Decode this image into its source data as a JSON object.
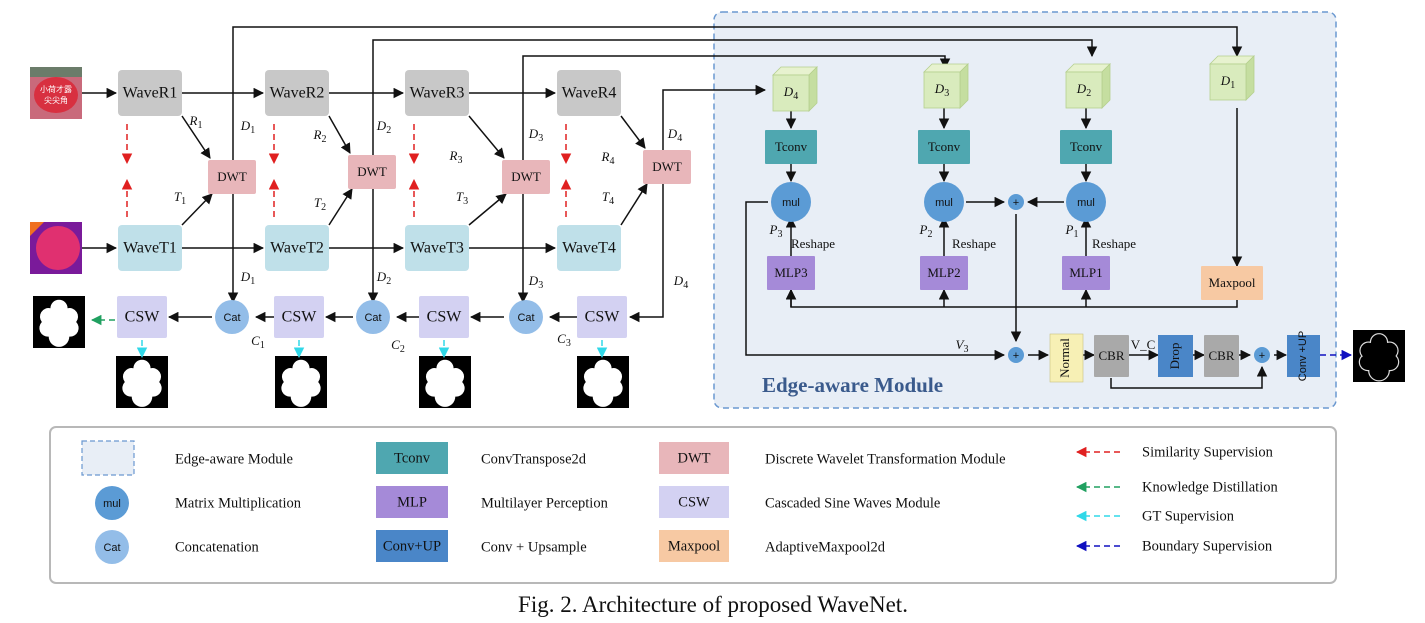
{
  "caption": "Fig. 2. Architecture of proposed WaveNet.",
  "colors": {
    "waveR": "#c8c8c8",
    "waveT": "#bfe0e9",
    "dwt": "#e8b6ba",
    "csw": "#d3d1f2",
    "cat": "#93bde8",
    "mul": "#5b9bd5",
    "tconv": "#4fa7b0",
    "mlp": "#a58ad8",
    "maxpool": "#f7c9a3",
    "convup": "#4a86c8",
    "normal": "#f7f0b5",
    "cbr": "#a9a9a9",
    "edge_bg": "#e8eef6",
    "edge_border": "#6a98d0",
    "red": "#e02020",
    "green": "#20a060",
    "cyan": "#30d8e8",
    "blue": "#1010c0"
  },
  "encoder": {
    "waveR": [
      "WaveR1",
      "WaveR2",
      "WaveR3",
      "WaveR4"
    ],
    "waveT": [
      "WaveT1",
      "WaveT2",
      "WaveT3",
      "WaveT4"
    ],
    "dwt": [
      "DWT",
      "DWT",
      "DWT",
      "DWT"
    ],
    "csw": [
      "CSW",
      "CSW",
      "CSW",
      "CSW"
    ],
    "cat": [
      "Cat",
      "Cat",
      "Cat"
    ],
    "r_labels": [
      "R1",
      "R2",
      "R3",
      "R4"
    ],
    "t_labels": [
      "T1",
      "T2",
      "T3",
      "T4"
    ],
    "d_labels": [
      "D1",
      "D2",
      "D3",
      "D4"
    ],
    "c_labels": [
      "C1",
      "C2",
      "C3"
    ]
  },
  "input_image_text": "小荷才露\n尖尖角",
  "edge_module": {
    "title": "Edge-aware Module",
    "d_cubes": [
      "D4",
      "D3",
      "D2",
      "D1"
    ],
    "tconv": [
      "Tconv",
      "Tconv",
      "Tconv"
    ],
    "mul": [
      "mul",
      "mul",
      "mul"
    ],
    "p_labels": [
      "P3",
      "P2",
      "P1"
    ],
    "reshape": "Reshape",
    "mlp": [
      "MLP3",
      "MLP2",
      "MLP1"
    ],
    "maxpool": "Maxpool",
    "plus": "+",
    "v3": "V3",
    "normal": "Normal",
    "cbr": [
      "CBR",
      "CBR"
    ],
    "vc": "V_C",
    "drop": "Drop",
    "convup": "Conv\n+UP"
  },
  "legend": {
    "col1": [
      {
        "icon": "edge-box",
        "text": "Edge-aware Module"
      },
      {
        "icon": "mul",
        "icon_text": "mul",
        "text": "Matrix Multiplication"
      },
      {
        "icon": "cat",
        "icon_text": "Cat",
        "text": "Concatenation"
      }
    ],
    "col2": [
      {
        "icon": "tconv",
        "icon_text": "Tconv",
        "text": "ConvTranspose2d"
      },
      {
        "icon": "mlp",
        "icon_text": "MLP",
        "text": "Multilayer Perception"
      },
      {
        "icon": "convup",
        "icon_text": "Conv+UP",
        "text": "Conv + Upsample"
      }
    ],
    "col3": [
      {
        "icon": "dwt",
        "icon_text": "DWT",
        "text": "Discrete Wavelet Transformation Module"
      },
      {
        "icon": "csw",
        "icon_text": "CSW",
        "text": "Cascaded Sine Waves Module"
      },
      {
        "icon": "maxpool",
        "icon_text": "Maxpool",
        "text": "AdaptiveMaxpool2d"
      }
    ],
    "col4": [
      {
        "color": "red",
        "text": "Similarity Supervision"
      },
      {
        "color": "green",
        "text": "Knowledge Distillation"
      },
      {
        "color": "cyan",
        "text": "GT  Supervision"
      },
      {
        "color": "blue",
        "text": "Boundary  Supervision"
      }
    ]
  }
}
